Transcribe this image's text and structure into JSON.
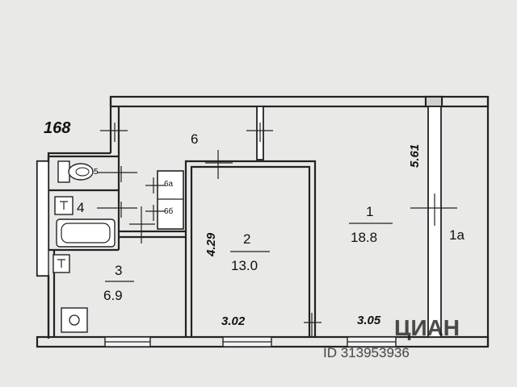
{
  "plan_number": "168",
  "plan_number_color": "#d9262b",
  "rooms": [
    {
      "id": "1",
      "number": "1",
      "area": "18.8"
    },
    {
      "id": "1a",
      "number": "1a"
    },
    {
      "id": "2",
      "number": "2",
      "area": "13.0"
    },
    {
      "id": "3",
      "number": "3",
      "area": "6.9"
    },
    {
      "id": "4",
      "number": "4"
    },
    {
      "id": "5",
      "number": "5"
    },
    {
      "id": "6",
      "number": "6"
    },
    {
      "id": "6a",
      "number": "6a"
    },
    {
      "id": "6b",
      "number": "6б"
    }
  ],
  "dimensions": {
    "room1_length": "5.61",
    "room2_length": "4.29",
    "room2_width": "3.02",
    "room1_width": "3.05"
  },
  "watermark": {
    "brand": "ЦИАН",
    "listing_id": "ID 313953936"
  }
}
